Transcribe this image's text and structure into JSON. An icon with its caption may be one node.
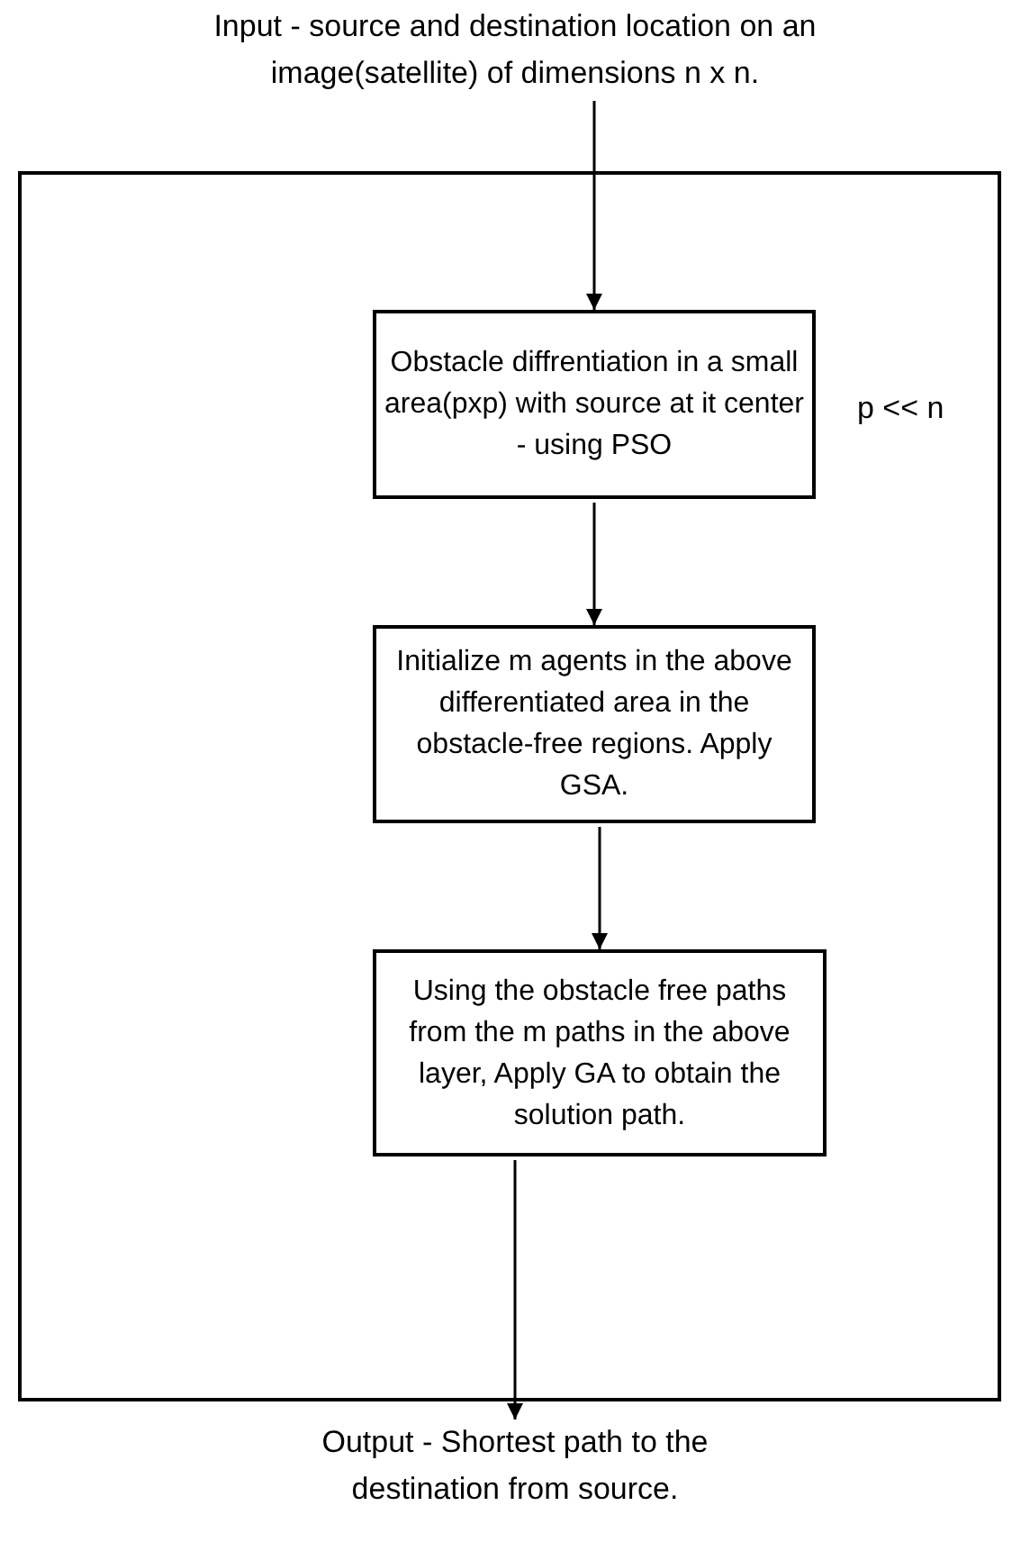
{
  "diagram": {
    "nodes": [
      {
        "text": [
          "Input - source and destination location on an image(satellite) of dimensions n x n."
        ]
      },
      {
        "text": [],
        "shape": "box"
      },
      {
        "text": [
          "Obstacle diffrentiation in a small area(pxp) with source at it center - using PSO"
        ],
        "in": 1
      },
      {
        "text": [
          "Initialize m agents in the above differentiated area in the obstacle-free regions. Apply GSA."
        ],
        "in": 1
      },
      {
        "text": [
          "Using the obstacle free paths from the m paths in the above layer, Apply GA to obtain the solution path."
        ],
        "in": 1
      },
      {
        "text": [
          "Output - Shortest path to the destination from source."
        ]
      }
    ],
    "edges": [
      {
        "from": 0,
        "to": 2,
        "arrow": "to"
      },
      {
        "from": 2,
        "to": 3,
        "arrow": "to"
      },
      {
        "from": 3,
        "to": 4,
        "arrow": "to"
      },
      {
        "from": 4,
        "to": 5,
        "arrow": "to"
      }
    ],
    "labels": [
      "p << n"
    ]
  }
}
